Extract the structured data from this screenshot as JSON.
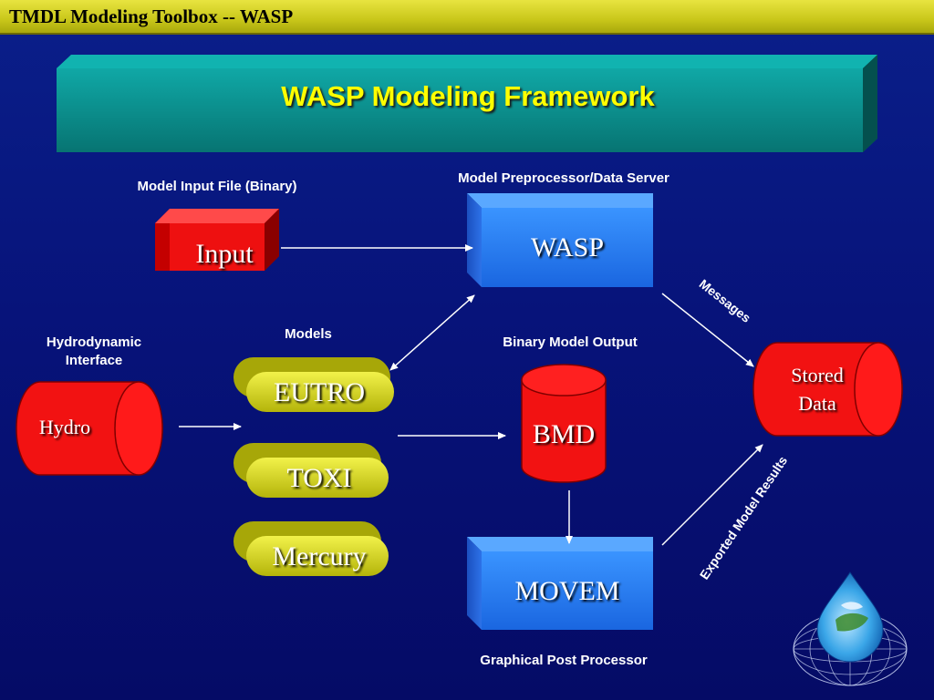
{
  "header": {
    "title": "TMDL Modeling Toolbox -- WASP"
  },
  "banner": {
    "title": "WASP Modeling Framework"
  },
  "labels": {
    "input_file": "Model Input File (Binary)",
    "preprocessor": "Model Preprocessor/Data Server",
    "hydro_interface_line1": "Hydrodynamic",
    "hydro_interface_line2": "Interface",
    "models": "Models",
    "binary_output": "Binary Model Output",
    "post_processor": "Graphical Post Processor",
    "messages": "Messages",
    "exported": "Exported Model Results"
  },
  "nodes": {
    "input": "Input",
    "wasp": "WASP",
    "hydro": "Hydro",
    "eutro": "EUTRO",
    "toxi": "TOXI",
    "mercury": "Mercury",
    "bmd": "BMD",
    "movem": "MOVEM",
    "stored_line1": "Stored",
    "stored_line2": "Data"
  },
  "colors": {
    "background": "#07137a",
    "header_bar": "#d6d420",
    "banner_teal": "#0a8a88",
    "title_yellow": "#ffff00",
    "red_node": "#ff1010",
    "blue_node": "#2a7fff",
    "yellow_node": "#d8d810"
  },
  "icons": {
    "logo": "water-drop-globe-logo"
  }
}
